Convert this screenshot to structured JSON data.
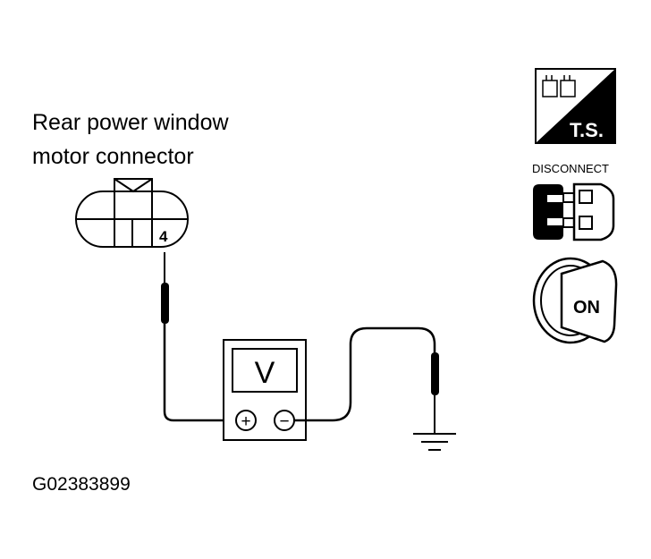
{
  "connector": {
    "label_line1": "Rear power window",
    "label_line2": "motor connector",
    "pin": "4"
  },
  "meter": {
    "symbol": "V",
    "positive": "+",
    "negative": "−"
  },
  "icons": {
    "ts_text": "T.S.",
    "disconnect_text": "DISCONNECT",
    "ignition_text": "ON"
  },
  "figure_code": "G02383899"
}
